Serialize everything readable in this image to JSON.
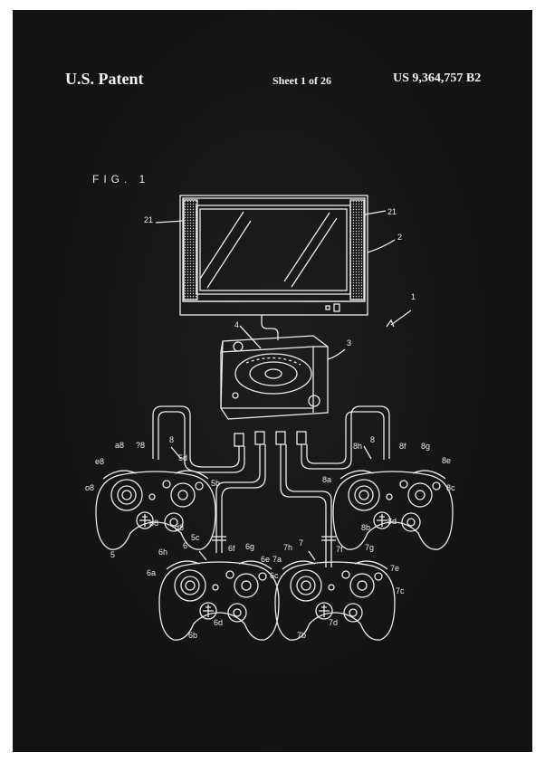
{
  "header": {
    "left": "U.S. Patent",
    "middle": "Sheet 1 of 26",
    "right": "US 9,364,757 B2"
  },
  "figure": {
    "label": "FIG. 1",
    "ref_labels": {
      "system": "1",
      "display": "2",
      "console": "3",
      "disc": "4",
      "speaker_left": "21",
      "speaker_right": "21",
      "ctrl5": "5",
      "ctrl5_a": "a8",
      "ctrl5_b": "?8",
      "ctrl5_c": "e8",
      "ctrl5_d": "o8",
      "ctrl5_e": "5d",
      "ctrl5_f": "5b",
      "ctrl5_g": "b8",
      "ctrl5_h": "d8",
      "ctrl5_i": "5c",
      "ctrl5_cable": "8",
      "ctrl8": "8",
      "ctrl8_h": "8h",
      "ctrl8_f": "8f",
      "ctrl8_g": "8g",
      "ctrl8_e": "8e",
      "ctrl8_a": "8a",
      "ctrl8_c": "8c",
      "ctrl8_b": "8b",
      "ctrl8_d": "8d",
      "ctrl6": "6",
      "ctrl6_h": "6h",
      "ctrl6_f": "6f",
      "ctrl6_g": "6g",
      "ctrl6_e": "6e",
      "ctrl6_a": "6a",
      "ctrl6_c": "6c",
      "ctrl6_d": "6d",
      "ctrl6_b": "6b",
      "ctrl7": "7",
      "ctrl7_h": "7h",
      "ctrl7_a": "7a",
      "ctrl7_f": "7f",
      "ctrl7_g": "7g",
      "ctrl7_e": "7e",
      "ctrl7_c": "7c",
      "ctrl7_d": "7d",
      "ctrl7_b": "7b"
    }
  },
  "colors": {
    "background": "#151515",
    "ink": "#ececec",
    "frame": "#ffffff"
  }
}
